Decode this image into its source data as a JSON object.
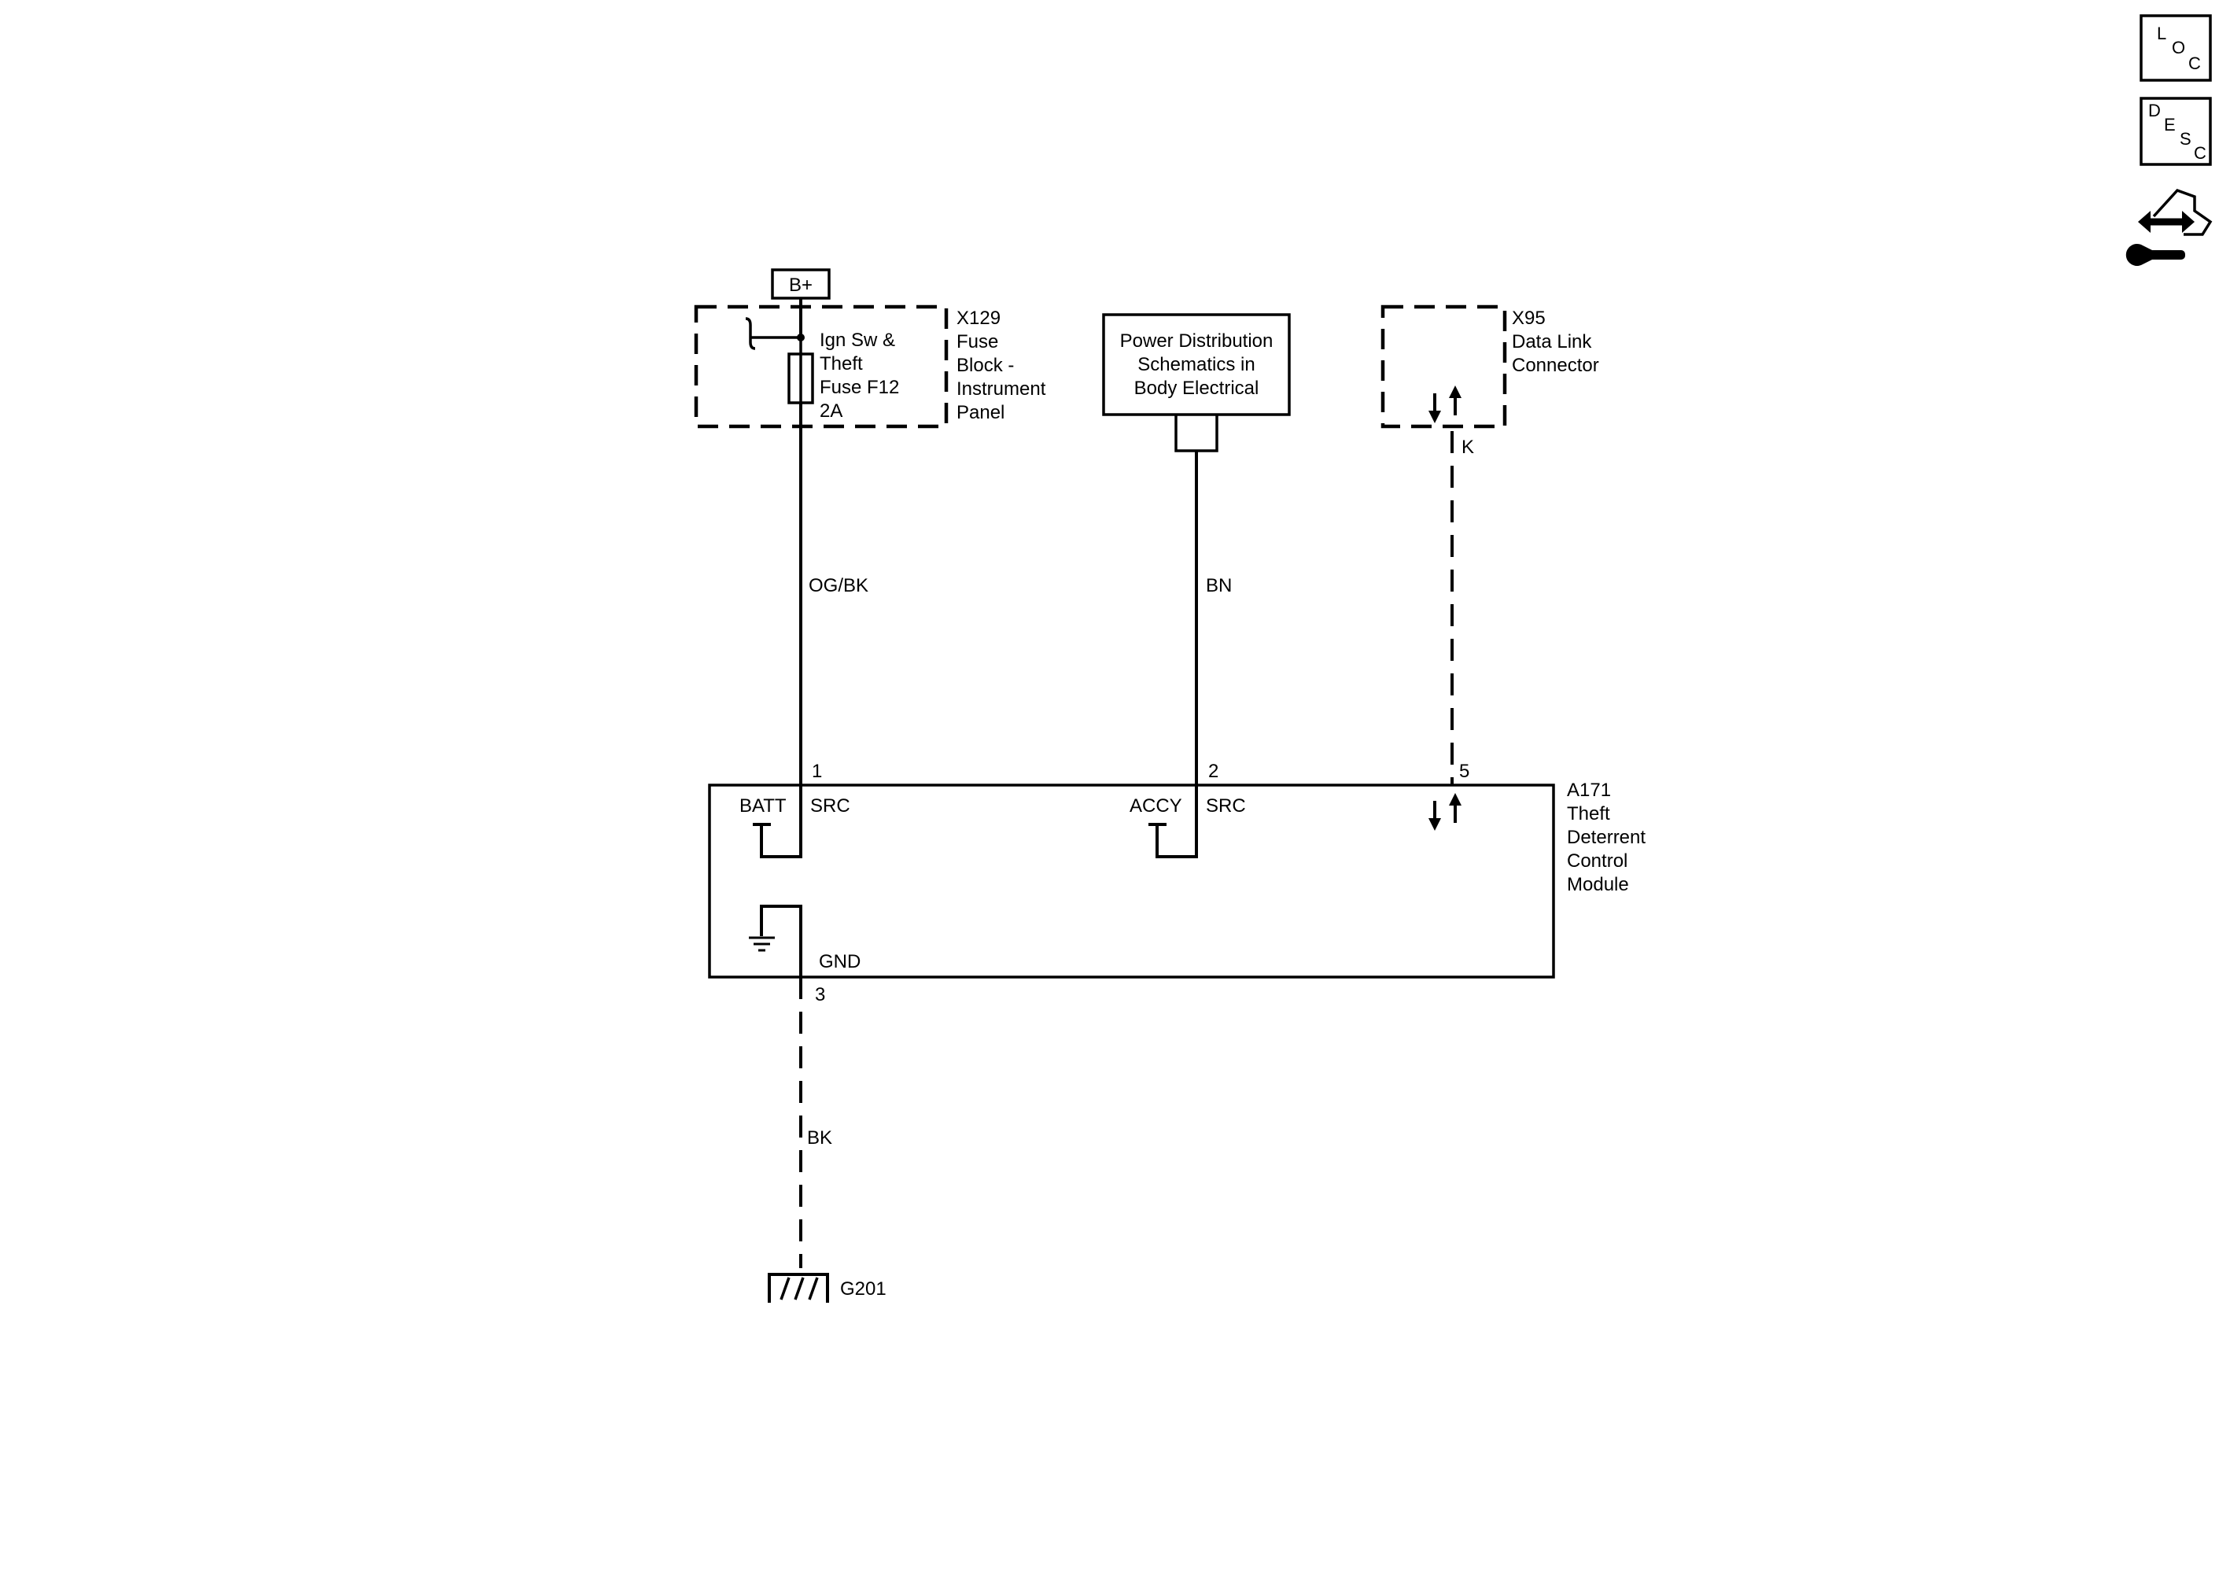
{
  "icons": {
    "loc": [
      "L",
      "O",
      "C"
    ],
    "desc": [
      "D",
      "E",
      "S",
      "C"
    ],
    "tool": "wrench-arrows-icon"
  },
  "b_plus": "B+",
  "fuse_block": {
    "fuse_lines": [
      "Ign Sw &",
      "Theft",
      "Fuse F12",
      "2A"
    ],
    "block_lines": [
      "X129",
      "Fuse",
      "Block -",
      "Instrument",
      "Panel"
    ]
  },
  "power_distribution": {
    "lines": [
      "Power Distribution",
      "Schematics in",
      "Body Electrical"
    ]
  },
  "data_link": {
    "lines": [
      "X95",
      "Data Link",
      "Connector"
    ],
    "pin": "K"
  },
  "wires": {
    "batt": "OG/BK",
    "accy": "BN",
    "ground": "BK"
  },
  "module": {
    "lines": [
      "A171",
      "Theft",
      "Deterrent",
      "Control",
      "Module"
    ],
    "pins": {
      "batt": "1",
      "accy": "2",
      "data": "5",
      "ground": "3"
    },
    "batt_label": "BATT",
    "batt_src": "SRC",
    "accy_label": "ACCY",
    "accy_src": "SRC",
    "gnd_label": "GND"
  },
  "ground_point": "G201"
}
